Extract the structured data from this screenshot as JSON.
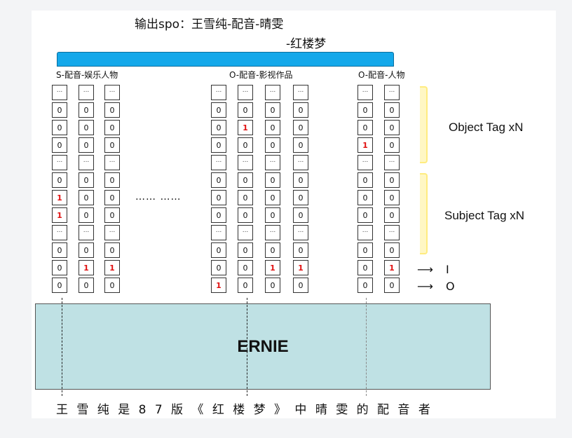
{
  "output_title": "输出spo：王雪纯-配音-晴雯",
  "output_title_cont": "-红楼梦",
  "groups": {
    "subject": "S-配音-娱乐人物",
    "object_work": "O-配音-影视作品",
    "object_person": "O-配音-人物"
  },
  "ellipsis": "……  ……",
  "tags": {
    "object": "Object Tag xN",
    "subject": "Subject Tag xN"
  },
  "io_labels": {
    "i_arrow": "⟶",
    "i_label": "I",
    "o_arrow": "⟶",
    "o_label": "O"
  },
  "model_label": "ERNIE",
  "sentence": "王雪纯是87版《红楼梦》中晴雯的配音者",
  "colors": {
    "bar": "#14a8ea",
    "model_box": "#bfe1e4",
    "highlight": "#e01010",
    "brace": "#ffec80"
  },
  "tag_columns": [
    [
      "...",
      "0",
      "0",
      "0",
      "...",
      "0",
      "1",
      "1",
      "...",
      "0",
      "0",
      "0"
    ],
    [
      "...",
      "0",
      "0",
      "0",
      "...",
      "0",
      "0",
      "0",
      "...",
      "0",
      "1",
      "0"
    ],
    [
      "...",
      "0",
      "0",
      "0",
      "...",
      "0",
      "0",
      "0",
      "...",
      "0",
      "1",
      "0"
    ],
    [
      "...",
      "0",
      "0",
      "0",
      "...",
      "0",
      "0",
      "0",
      "...",
      "0",
      "0",
      "1"
    ],
    [
      "...",
      "0",
      "1",
      "0",
      "...",
      "0",
      "0",
      "0",
      "...",
      "0",
      "0",
      "0"
    ],
    [
      "...",
      "0",
      "0",
      "0",
      "...",
      "0",
      "0",
      "0",
      "...",
      "0",
      "1",
      "0"
    ],
    [
      "...",
      "0",
      "0",
      "0",
      "...",
      "0",
      "0",
      "0",
      "...",
      "0",
      "1",
      "0"
    ],
    [
      "...",
      "0",
      "0",
      "1",
      "...",
      "0",
      "0",
      "0",
      "...",
      "0",
      "0",
      "0"
    ],
    [
      "...",
      "0",
      "0",
      "0",
      "...",
      "0",
      "0",
      "0",
      "...",
      "0",
      "1",
      "0"
    ]
  ]
}
